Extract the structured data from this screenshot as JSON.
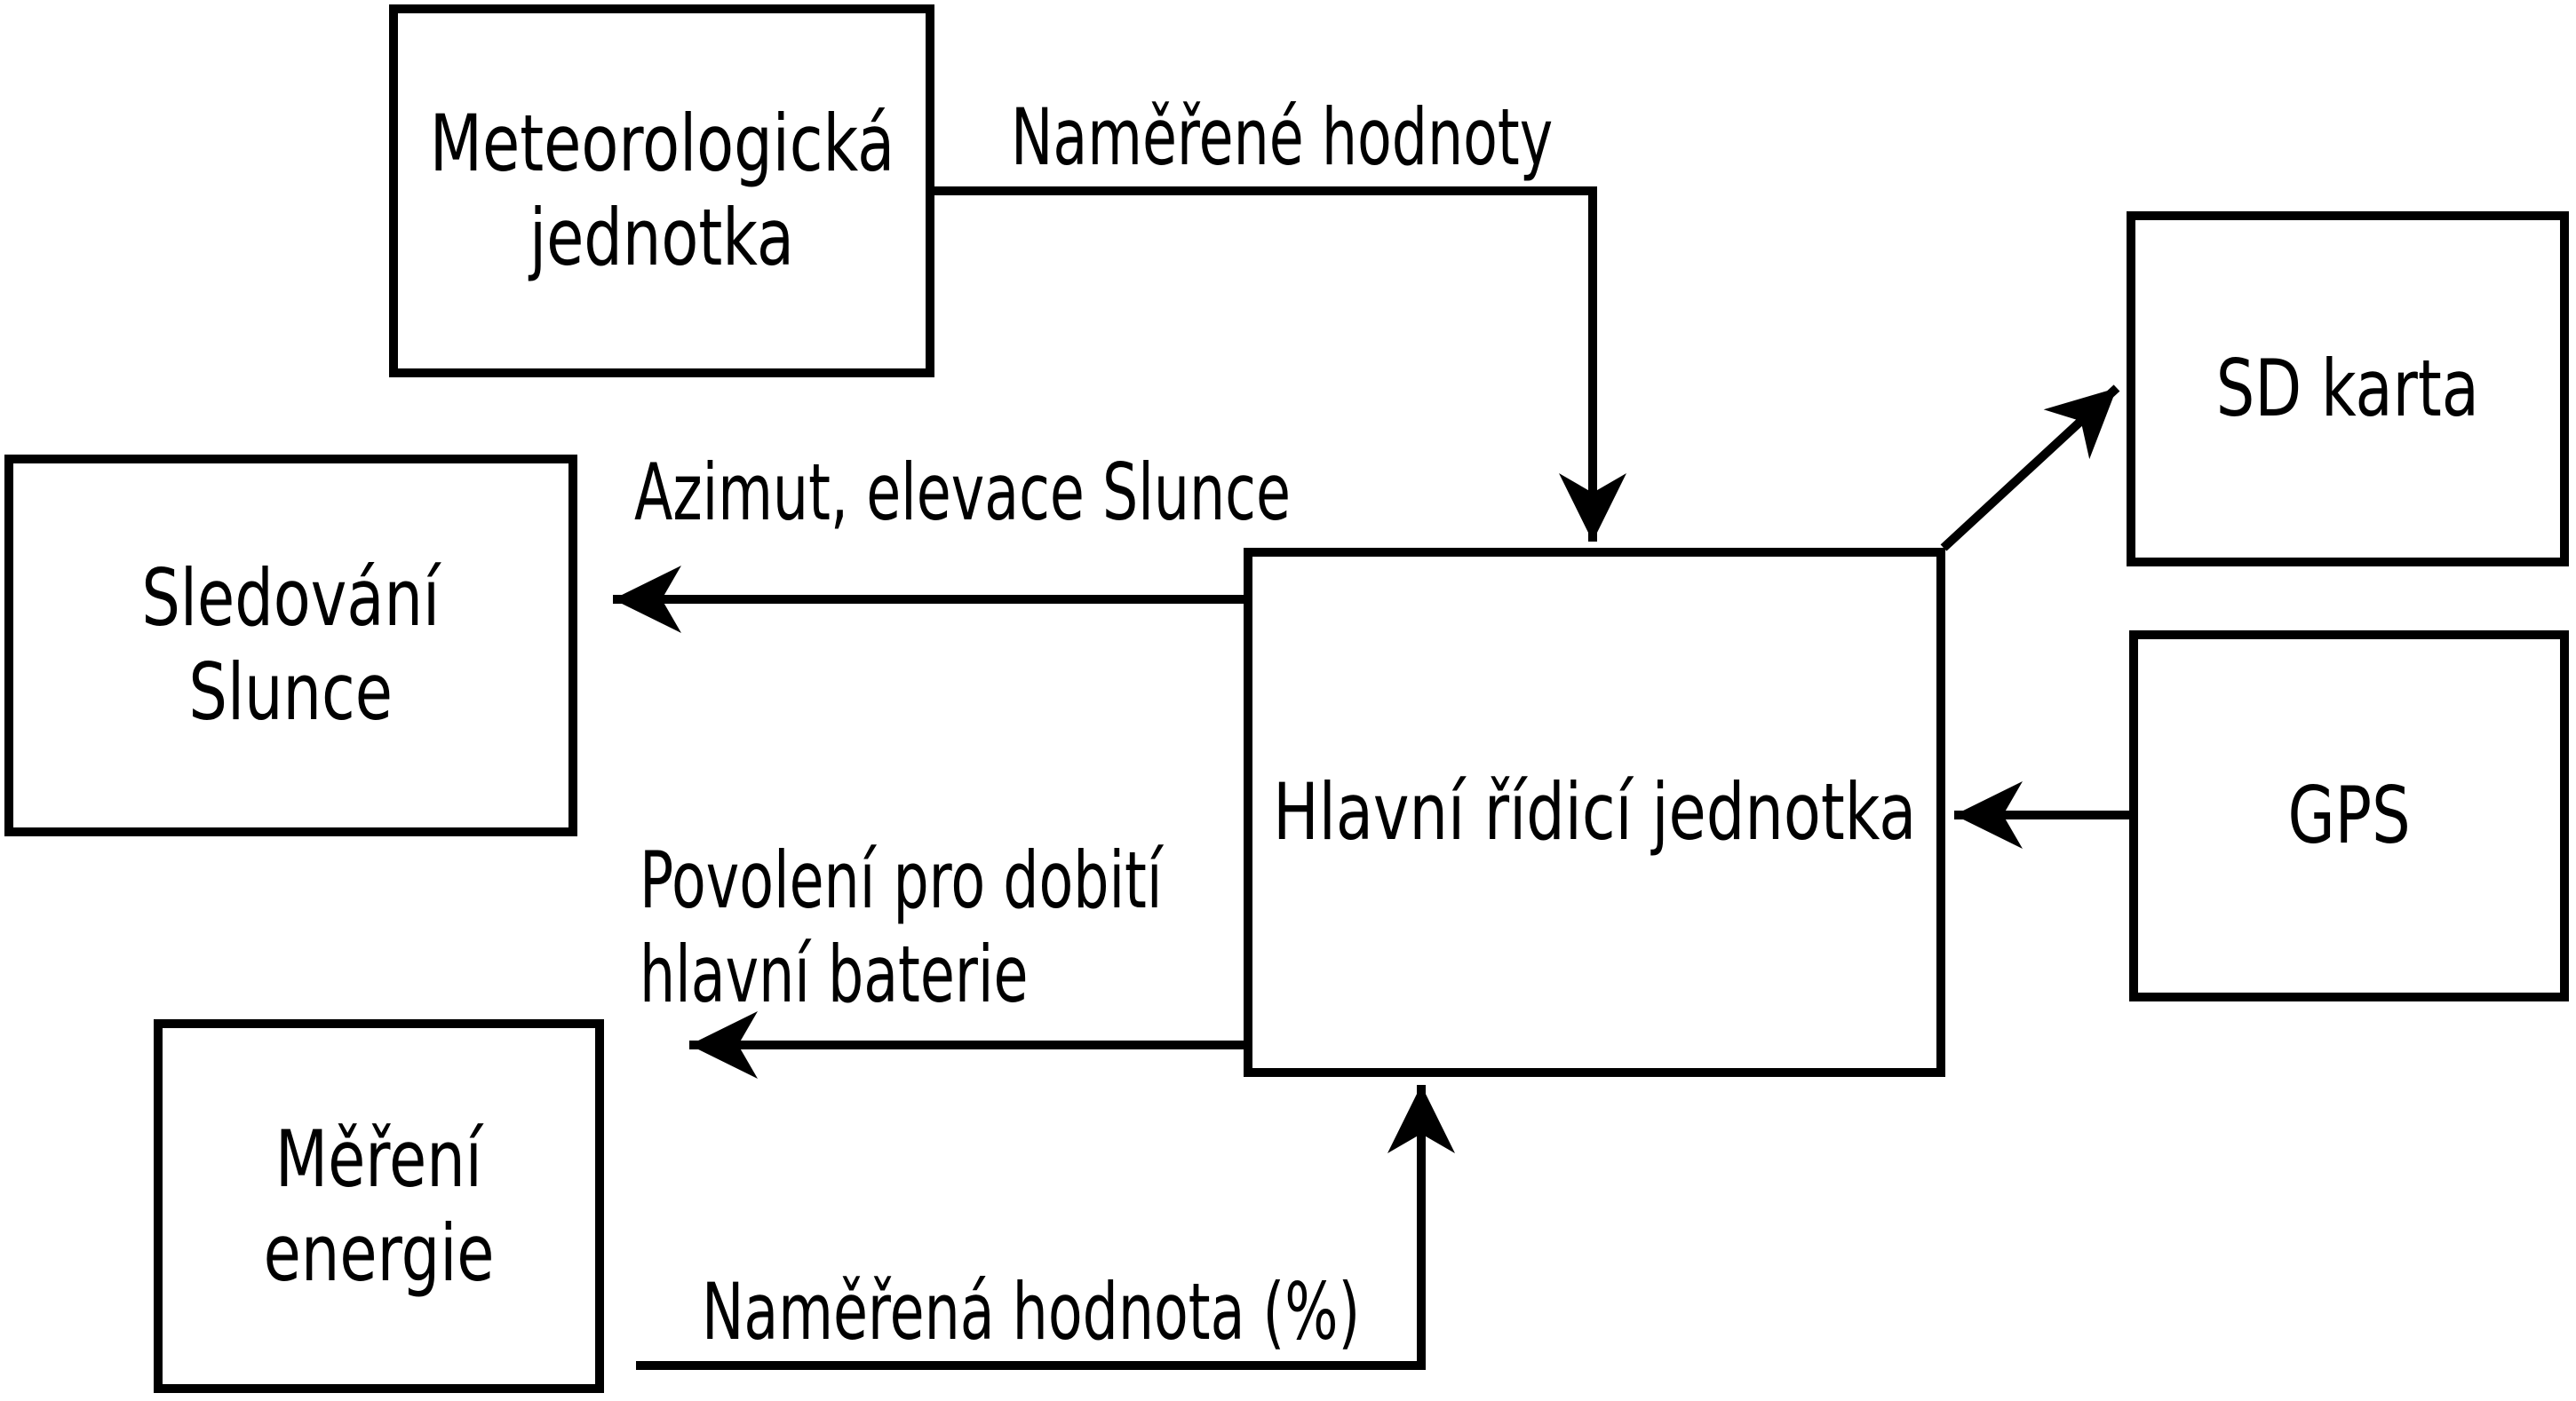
{
  "diagram": {
    "title": "",
    "colors": {
      "ink": "#000000",
      "background": "#ffffff"
    },
    "boxes": {
      "meteo": {
        "line1": "Meteorologická",
        "line2": "jednotka"
      },
      "sledovani": {
        "line1": "Sledování",
        "line2": "Slunce"
      },
      "mereni": {
        "line1": "Měření",
        "line2": "energie"
      },
      "main": {
        "label": "Hlavní řídicí jednotka"
      },
      "sd": {
        "label": "SD karta"
      },
      "gps": {
        "label": "GPS"
      }
    },
    "edge_labels": {
      "namerene_hodnoty": "Naměřené hodnoty",
      "azimut": "Azimut, elevace Slunce",
      "povoleni_line1": "Povolení pro dobití",
      "povoleni_line2": "hlavní baterie",
      "namerena_hodnota": "Naměřená hodnota (%)"
    },
    "edges": [
      {
        "name": "meteo-to-main",
        "from": "meteo",
        "to": "main",
        "label": "Naměřené hodnoty"
      },
      {
        "name": "main-to-sledovani",
        "from": "main",
        "to": "sledovani",
        "label": "Azimut, elevace Slunce"
      },
      {
        "name": "main-to-mereni",
        "from": "main",
        "to": "mereni",
        "label": "Povolení pro dobití hlavní baterie"
      },
      {
        "name": "mereni-to-main",
        "from": "mereni",
        "to": "main",
        "label": "Naměřená hodnota (%)"
      },
      {
        "name": "main-to-sd",
        "from": "main",
        "to": "sd",
        "label": ""
      },
      {
        "name": "gps-to-main",
        "from": "gps",
        "to": "main",
        "label": ""
      }
    ]
  }
}
